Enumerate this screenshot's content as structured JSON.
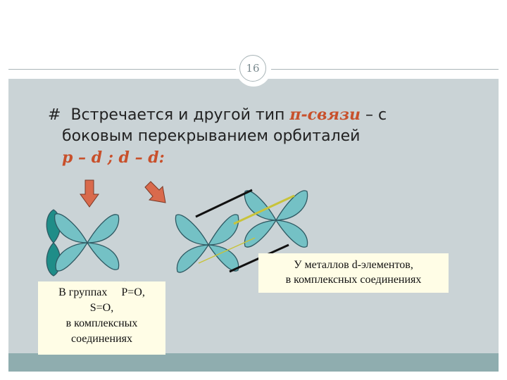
{
  "slide": {
    "number": "16"
  },
  "text": {
    "hash": "#",
    "line1_prefix": "Встречается и другой тип ",
    "line1_accent": "π-связи",
    "line1_suffix": " – с",
    "line2": "боковым перекрыванием орбиталей",
    "line3_a": "p – d",
    "line3_sep": " ; ",
    "line3_b": "d – d:"
  },
  "captions": {
    "right_line1": "У металлов d-элементов,",
    "right_line2": "в комплексных соединениях",
    "left_line1": "В группах     P=O,",
    "left_line2": "S=O,",
    "left_line3": "в комплексных",
    "left_line4": "соединениях"
  },
  "colors": {
    "background_main": "#cad3d6",
    "background_bottom": "#8fadaf",
    "accent": "#c8502b",
    "orbital_fill": "#74c1c5",
    "orbital_stroke": "#2f5a63",
    "arrow": "#d96a4c",
    "overlap_line": "#c8c33a",
    "caption_bg": "#fffde6"
  }
}
